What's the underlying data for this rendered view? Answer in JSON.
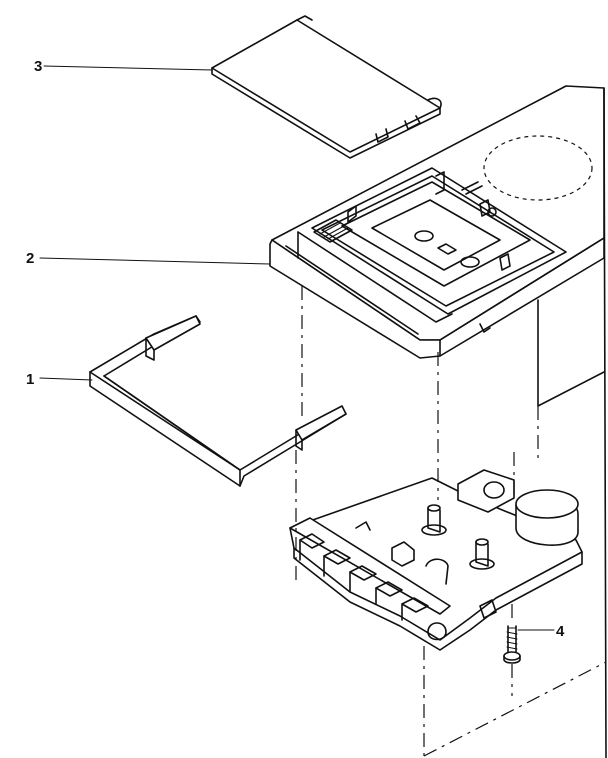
{
  "callouts": [
    {
      "id": "1",
      "label": "1",
      "part": "cassette-door-frame"
    },
    {
      "id": "2",
      "label": "2",
      "part": "cabinet-top-panel"
    },
    {
      "id": "3",
      "label": "3",
      "part": "cassette-lid"
    },
    {
      "id": "4",
      "label": "4",
      "part": "mounting-screw"
    }
  ]
}
